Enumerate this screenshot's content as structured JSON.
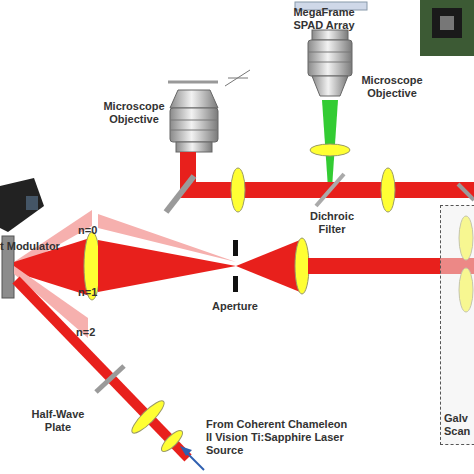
{
  "diagram": {
    "nodes": [
      {
        "text": [
          "Galv Scan"
        ]
      }
    ],
    "labels": [
      "MegaFrame SPAD Array",
      "Microscope Objective",
      "Microscope Objective",
      "Dichroic Filter",
      "t Modulator",
      "n=0",
      "n=1",
      "n=2",
      "Aperture",
      "Half-Wave Plate",
      "From Coherent Chameleon II Vision Ti:Sapphire Laser Source"
    ]
  }
}
